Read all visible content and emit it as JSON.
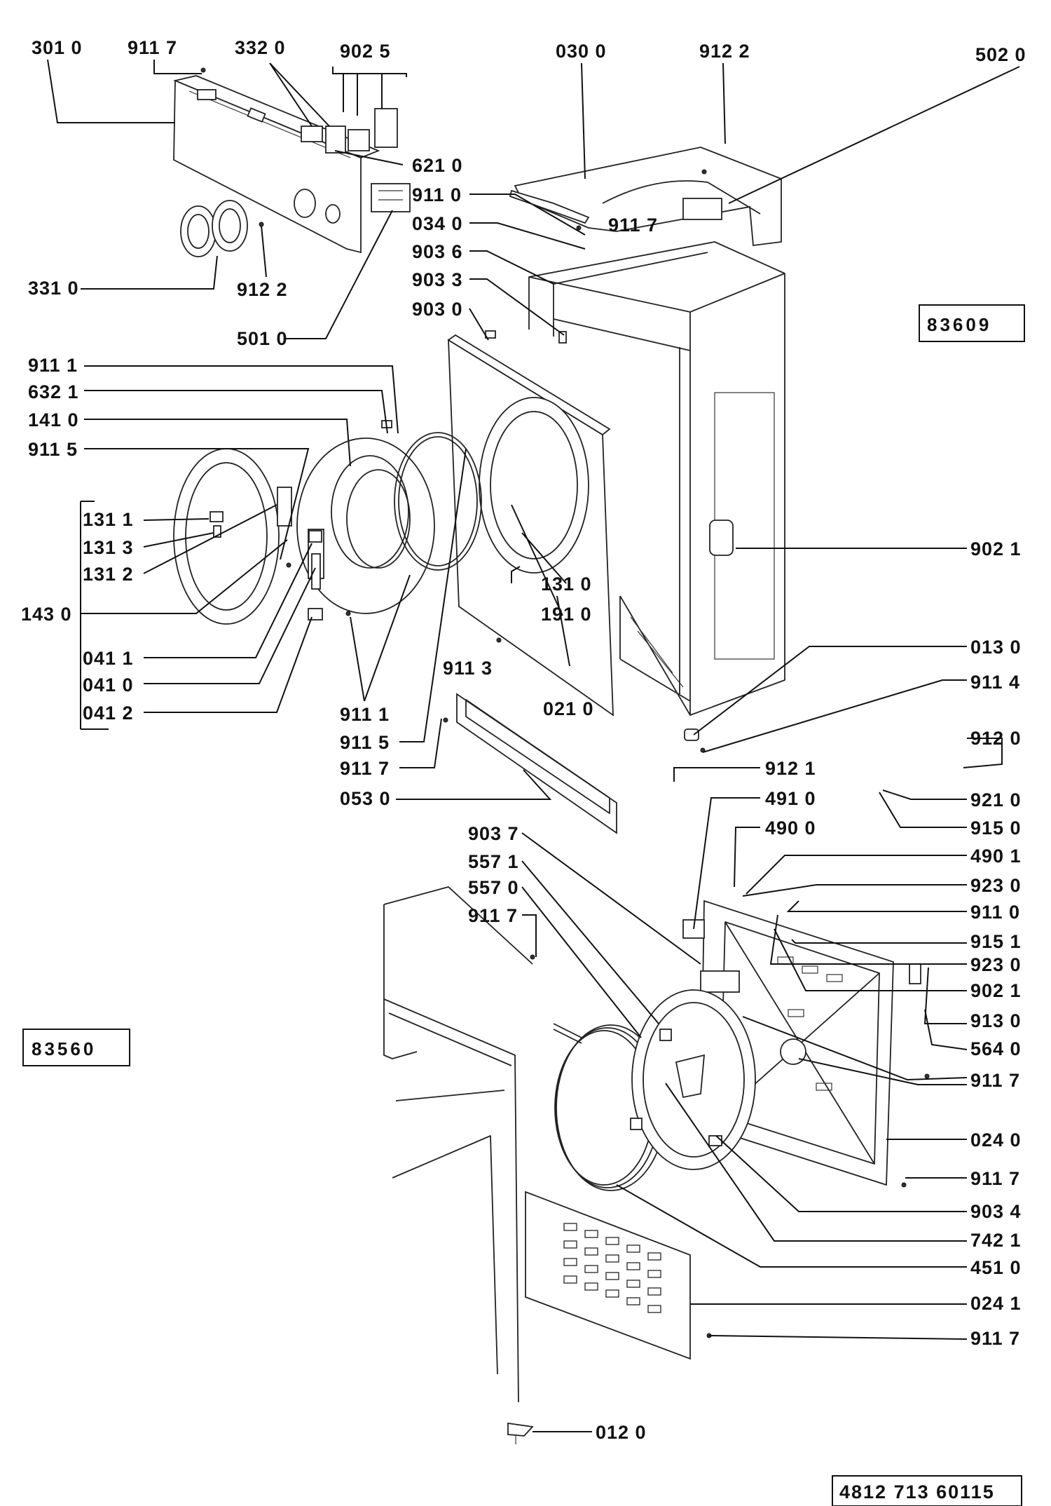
{
  "diagram_ids": {
    "upper": "83609",
    "lower": "83560",
    "document": "4812 713 60115"
  },
  "labels": {
    "l3010": "301 0",
    "l9117a": "911 7",
    "l3320": "332 0",
    "l9025": "902 5",
    "l0300": "030 0",
    "l9122a": "912 2",
    "l5020": "502 0",
    "l6210": "621 0",
    "l9110a": "911 0",
    "l0340": "034 0",
    "l9117b": "911 7",
    "l9036": "903 6",
    "l3310": "331 0",
    "l9122b": "912 2",
    "l9033": "903 3",
    "l9030": "903 0",
    "l5010": "501 0",
    "l9111a": "911 1",
    "l6321": "632 1",
    "l1410": "141 0",
    "l9115a": "911 5",
    "l1311": "131 1",
    "l1313": "131 3",
    "l1312": "131 2",
    "l1430": "143 0",
    "l9021a": "902 1",
    "l1310": "131 0",
    "l1910": "191 0",
    "l0130": "013 0",
    "l9113": "911 3",
    "l0411": "041 1",
    "l0410": "041 0",
    "l0412": "041 2",
    "l0210": "021 0",
    "l9114": "911 4",
    "l9111b": "911 1",
    "l9115b": "911 5",
    "l9117c": "911 7",
    "l0530": "053 0",
    "l9120": "912 0",
    "l9121": "912 1",
    "l4910": "491 0",
    "l9210": "921 0",
    "l9037": "903 7",
    "l4900": "490 0",
    "l9150": "915 0",
    "l5571": "557 1",
    "l4901": "490 1",
    "l5570": "557 0",
    "l9230a": "923 0",
    "l9117d": "911 7",
    "l9110b": "911 0",
    "l9151": "915 1",
    "l9230b": "923 0",
    "l9021b": "902 1",
    "l9130": "913 0",
    "l5640": "564 0",
    "l9117e": "911 7",
    "l0240": "024 0",
    "l9117f": "911 7",
    "l9034": "903 4",
    "l7421": "742 1",
    "l4510": "451 0",
    "l0241": "024 1",
    "l9117g": "911 7",
    "l0120": "012 0"
  }
}
